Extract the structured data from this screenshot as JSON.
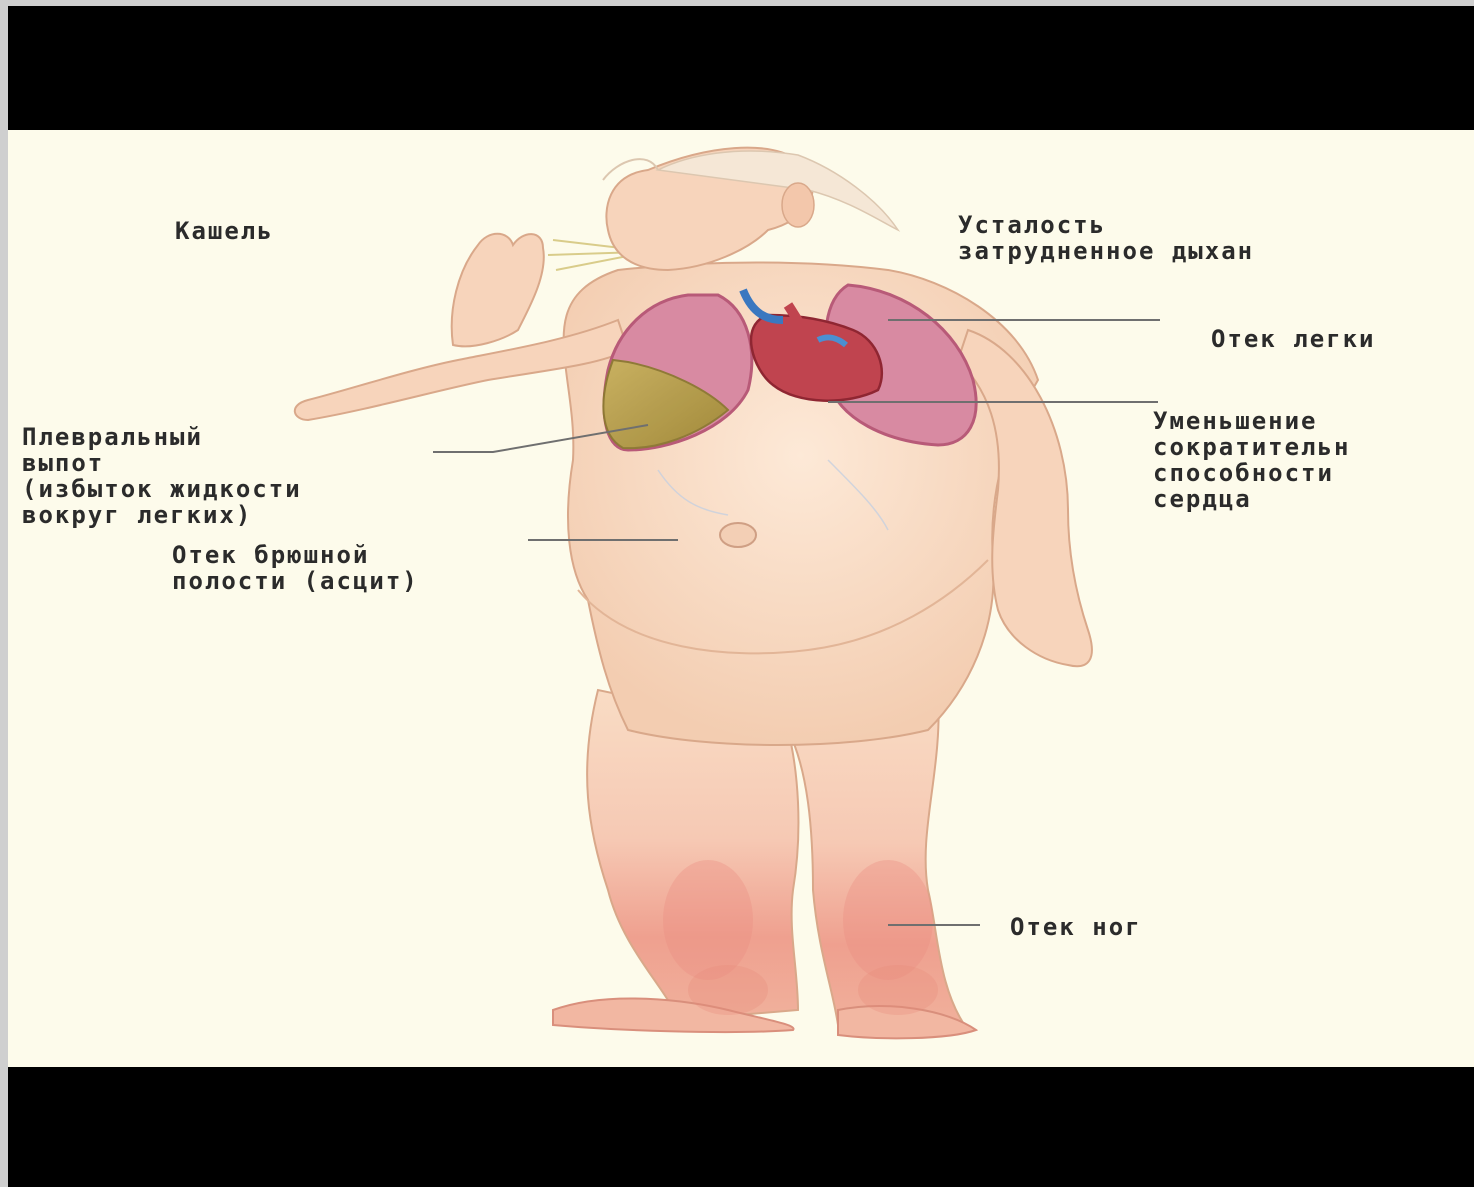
{
  "labels": {
    "cough": "Кашель",
    "fatigue": {
      "line1": "Усталость",
      "line2": "затрудненное дыхан"
    },
    "lung_edema": "Отек легки",
    "pleural_effusion": {
      "line1": "Плевральный",
      "line2": "выпот",
      "line3": "(избыток жидкости",
      "line4": "вокруг легких)"
    },
    "heart": {
      "line1": "Уменьшение",
      "line2": "сократительн",
      "line3": "способности",
      "line4": "сердца"
    },
    "ascites": {
      "line1": "Отек брюшной",
      "line2": "полости (асцит)"
    },
    "leg_edema": "Отек ног"
  },
  "colors": {
    "frame": "#cfcfcf",
    "bars": "#000000",
    "background": "#fdfbeb",
    "skin": "#f9dcc4",
    "lungs": "#c9738f",
    "heart": "#b83745",
    "fluid": "#b9a04a",
    "swelling": "#ef9a8a",
    "leader_line": "#6f6f6f"
  },
  "icons": [
    "human-body-figure",
    "lungs-icon",
    "heart-icon"
  ]
}
